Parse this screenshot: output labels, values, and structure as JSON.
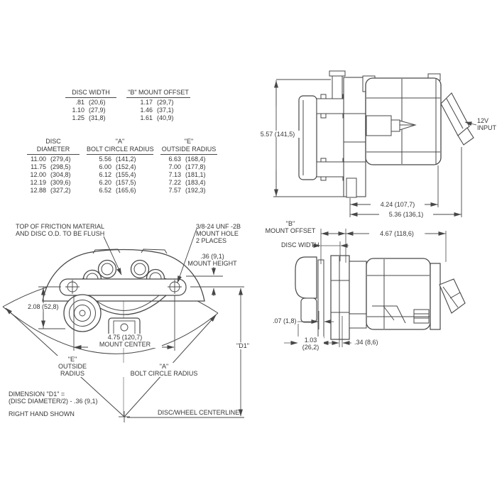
{
  "colors": {
    "background": "#ffffff",
    "line": "#474747",
    "text": "#363636"
  },
  "tables": {
    "disc_width_table": {
      "col1_header": "DISC WIDTH",
      "col2_header": "\"B\" MOUNT OFFSET",
      "rows": [
        [
          ".81",
          "(20,6)",
          "1.17",
          "(29,7)"
        ],
        [
          "1.10",
          "(27,9)",
          "1.46",
          "(37,1)"
        ],
        [
          "1.25",
          "(31,8)",
          "1.61",
          "(40,9)"
        ]
      ]
    },
    "disc_diameter_table": {
      "col1_header_line1": "DISC",
      "col1_header_line2": "DIAMETER",
      "col2_header_line1": "\"A\"",
      "col2_header_line2": "BOLT CIRCLE RADIUS",
      "col3_header_line1": "\"E\"",
      "col3_header_line2": "OUTSIDE RADIUS",
      "rows": [
        [
          "11.00",
          "(279,4)",
          "5.56",
          "(141,2)",
          "6.63",
          "(168,4)"
        ],
        [
          "11.75",
          "(298,5)",
          "6.00",
          "(152,4)",
          "7.00",
          "(177,8)"
        ],
        [
          "12.00",
          "(304,8)",
          "6.12",
          "(155,4)",
          "7.13",
          "(181,1)"
        ],
        [
          "12.19",
          "(309,6)",
          "6.20",
          "(157,5)",
          "7.22",
          "(183,4)"
        ],
        [
          "12.88",
          "(327,2)",
          "6.52",
          "(165,6)",
          "7.57",
          "(192,3)"
        ]
      ]
    }
  },
  "side_view_top": {
    "height_dim": "5.57 (141,5)",
    "width_dim_inner": "4.24 (107,7)",
    "width_dim_outer": "5.36 (136,1)",
    "input_label_line1": "12V",
    "input_label_line2": "INPUT"
  },
  "side_view_bottom": {
    "mount_offset_label_line1": "\"B\"",
    "mount_offset_label_line2": "MOUNT OFFSET",
    "disc_width_label": "DISC WIDTH",
    "width_dim": "4.67 (118,6)",
    "pad_gap_dim": ".07 (1,8)",
    "depth_dim_line1": "1.03",
    "depth_dim_line2": "(26,2)",
    "offset_dim": ".34 (8,6)"
  },
  "front_view": {
    "flush_note_line1": "TOP OF FRICTION MATERIAL",
    "flush_note_line2": "AND DISC O.D. TO BE FLUSH",
    "mount_hole_note_line1": "3/8-24 UNF -2B",
    "mount_hole_note_line2": "MOUNT HOLE",
    "mount_hole_note_line3": "2 PLACES",
    "mount_height_dim_line1": ".36 (9,1)",
    "mount_height_dim_line2": "MOUNT HEIGHT",
    "motor_height_dim": "2.08 (52,8)",
    "mount_center_dim_line1": "4.75 (120,7)",
    "mount_center_dim_line2": "MOUNT CENTER",
    "outside_radius_label_line1": "\"E\"",
    "outside_radius_label_line2": "OUTSIDE",
    "outside_radius_label_line3": "RADIUS",
    "bolt_circle_label_line1": "\"A\"",
    "bolt_circle_label_line2": "BOLT CIRCLE RADIUS",
    "d1_label": "\"D1\"",
    "d1_formula_line1": "DIMENSION \"D1\" =",
    "d1_formula_line2": "(DISC DIAMETER/2) - .36 (9,1)",
    "hand_note": "RIGHT HAND SHOWN",
    "centerline_label": "DISC/WHEEL CENTERLINE"
  }
}
